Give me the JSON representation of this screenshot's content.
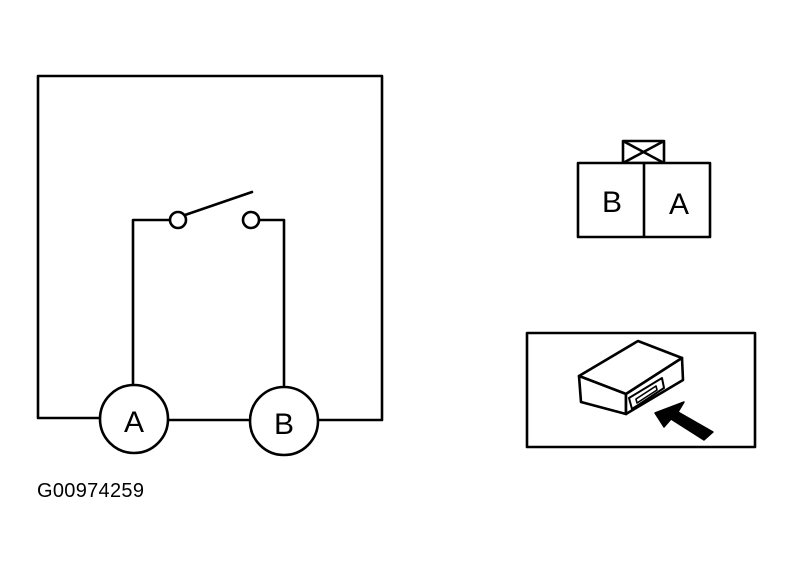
{
  "circuit": {
    "terminal_a_label": "A",
    "terminal_b_label": "B"
  },
  "connector_face": {
    "left_cavity_label": "B",
    "right_cavity_label": "A"
  },
  "figure_id": "G00974259",
  "colors": {
    "line": "#000000",
    "background": "#ffffff"
  }
}
